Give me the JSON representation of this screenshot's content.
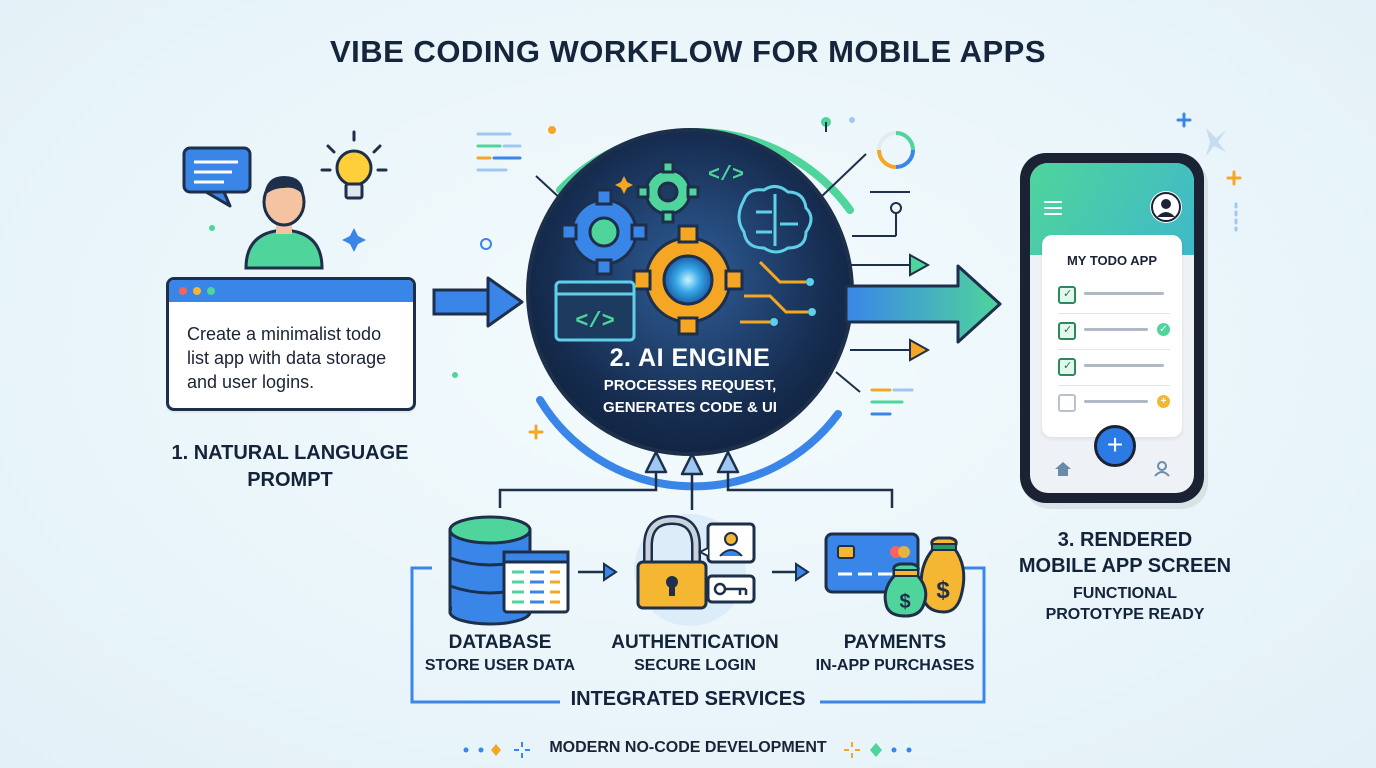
{
  "title": "VIBE CODING WORKFLOW FOR MOBILE APPS",
  "step1": {
    "prompt_text": "Create a minimalist todo list app with data storage and user logins.",
    "label": "1. NATURAL LANGUAGE PROMPT"
  },
  "step2": {
    "title": "2. AI ENGINE",
    "subtitle_line1": "PROCESSES REQUEST,",
    "subtitle_line2": "GENERATES CODE & UI",
    "code_glyph": "</>"
  },
  "step3": {
    "label_line1": "3. RENDERED",
    "label_line2": "MOBILE APP SCREEN",
    "sub_line1": "FUNCTIONAL",
    "sub_line2": "PROTOTYPE READY",
    "phone": {
      "app_title": "MY TODO APP",
      "add_glyph": "+",
      "todos": [
        {
          "checked": true,
          "status": "none"
        },
        {
          "checked": true,
          "status": "done"
        },
        {
          "checked": true,
          "status": "none"
        },
        {
          "checked": false,
          "status": "pending"
        }
      ]
    }
  },
  "services": {
    "group_label": "INTEGRATED SERVICES",
    "items": [
      {
        "title": "DATABASE",
        "subtitle": "STORE USER DATA",
        "icon": "database-icon"
      },
      {
        "title": "AUTHENTICATION",
        "subtitle": "SECURE LOGIN",
        "icon": "padlock-icon"
      },
      {
        "title": "PAYMENTS",
        "subtitle": "IN-APP PURCHASES",
        "icon": "credit-card-icon"
      }
    ],
    "payment_symbol": "$"
  },
  "footer": "MODERN NO-CODE DEVELOPMENT",
  "colors": {
    "accent_blue": "#3a86e8",
    "accent_green": "#4fd49c",
    "navy": "#13233a",
    "gear_orange": "#f5a623"
  }
}
